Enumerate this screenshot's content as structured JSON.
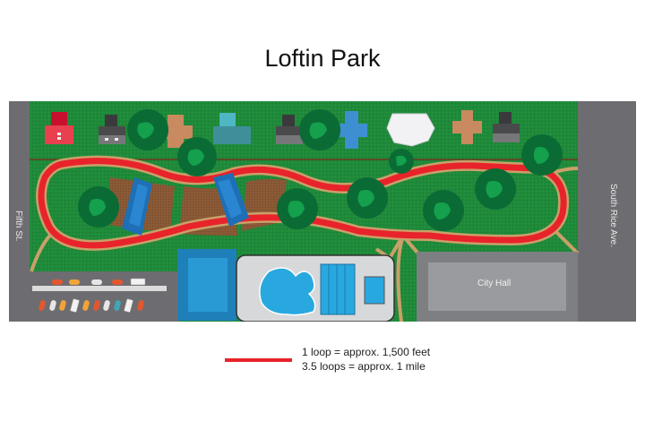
{
  "title": "Loftin Park",
  "streets": {
    "left": "Fifth St.",
    "right": "South Rice Ave."
  },
  "buildings": {
    "city_hall": "City Hall"
  },
  "legend": {
    "line_color": "#e8232a",
    "line1": "1 loop = approx. 1,500 feet",
    "line2": "3.5 loops = approx. 1 mile"
  },
  "colors": {
    "grass": "#1f8a3a",
    "street": "#6d6d71",
    "trail": "#e8232a",
    "path": "#c9a06a",
    "garden_soil": "#8a5a36",
    "tree_dark": "#0b6b35",
    "tree_light": "#14a04c",
    "pool": "#29a8e0",
    "city_hall": "#9a9b9e"
  },
  "houses": [
    {
      "color": "red"
    },
    {
      "color": "dark-gray"
    },
    {
      "color": "tan"
    },
    {
      "color": "teal"
    },
    {
      "color": "dark-gray"
    },
    {
      "color": "blue"
    },
    {
      "color": "white"
    },
    {
      "color": "tan"
    },
    {
      "color": "dark-gray"
    }
  ]
}
